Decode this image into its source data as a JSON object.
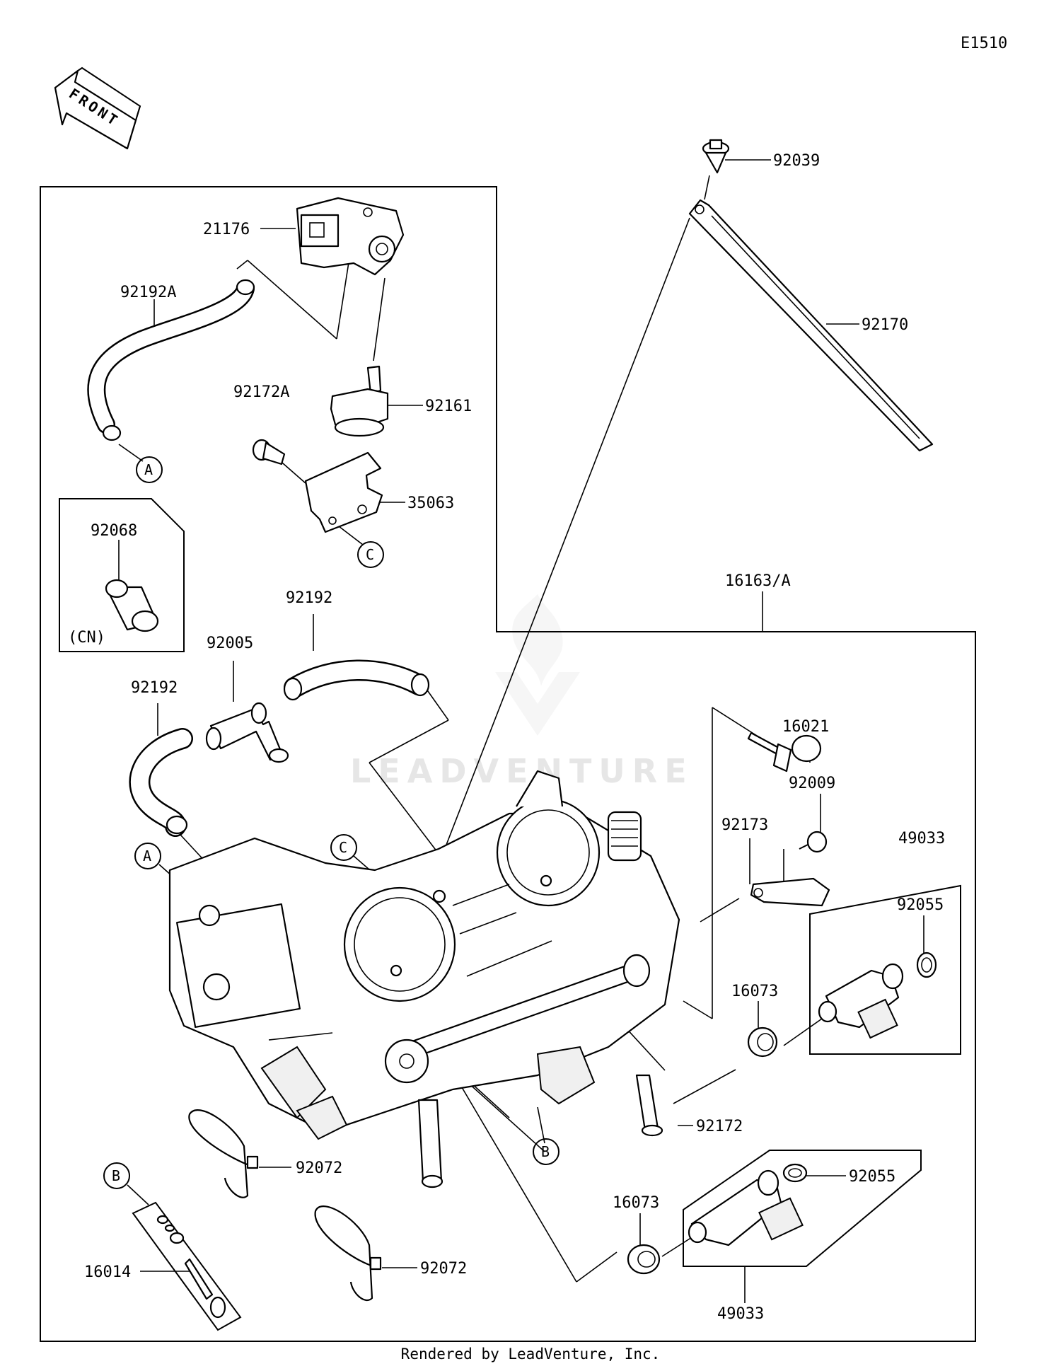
{
  "diagram": {
    "code": "E1510",
    "front_label": "FRONT",
    "watermark": "LEADVENTURE",
    "footer": "Rendered by LeadVenture, Inc.",
    "parts": {
      "p92039": "92039",
      "p92170": "92170",
      "p21176": "21176",
      "p92192A": "92192A",
      "p92172A": "92172A",
      "p92161": "92161",
      "p35063": "35063",
      "p92068": "92068",
      "cn": "(CN)",
      "p92192_top": "92192",
      "p92005": "92005",
      "p92192_left": "92192",
      "p16163": "16163/A",
      "p16021": "16021",
      "p92009": "92009",
      "p92173": "92173",
      "p49033_top": "49033",
      "p92055_top": "92055",
      "p16073_top": "16073",
      "p92172": "92172",
      "p92072_a": "92072",
      "p92072_b": "92072",
      "p16014": "16014",
      "p16073_bot": "16073",
      "p92055_bot": "92055",
      "p49033_bot": "49033"
    },
    "callouts": {
      "a1": "A",
      "c1": "C",
      "a2": "A",
      "c2": "C",
      "b1": "B",
      "b2": "B"
    }
  }
}
